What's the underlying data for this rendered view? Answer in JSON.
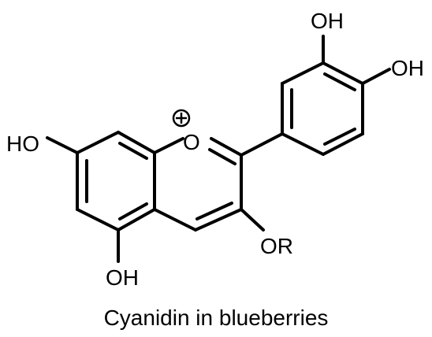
{
  "molecule": {
    "labels": {
      "oh_top": "OH",
      "oh_right": "OH",
      "ho_left": "HO",
      "ring_oxygen": "O",
      "or_group": "OR",
      "oh_bottom": "OH"
    }
  },
  "caption": "Cyanidin in blueberries"
}
